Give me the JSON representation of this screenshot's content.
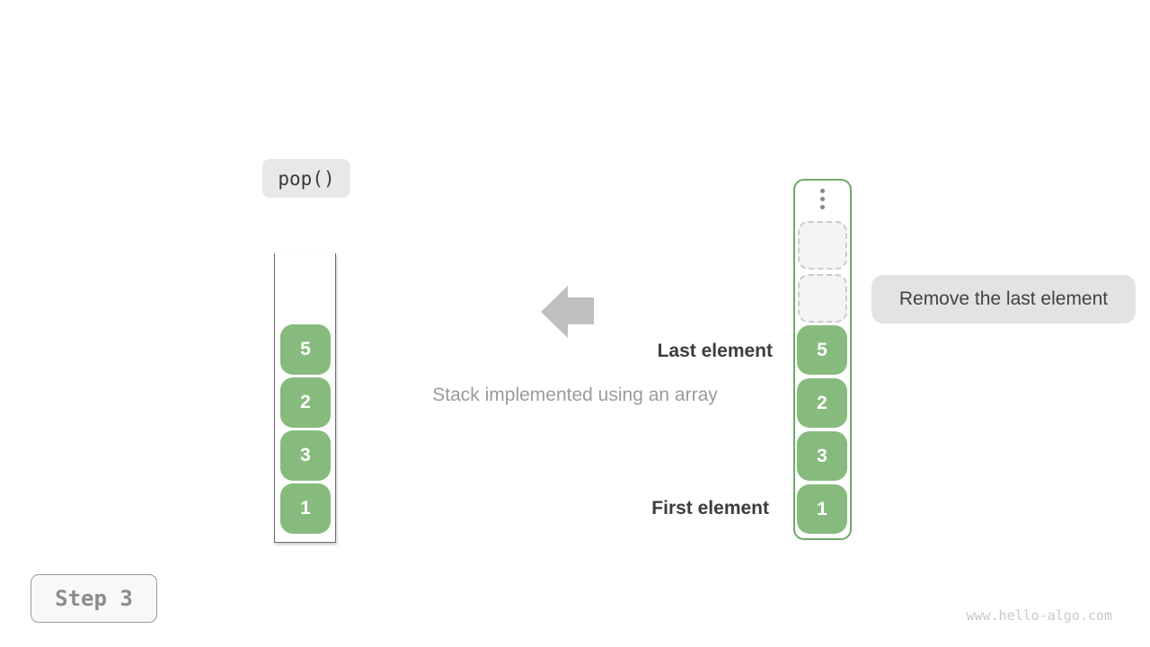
{
  "operation": {
    "label": "pop()"
  },
  "step": {
    "label": "Step 3"
  },
  "watermark": "www.hello-algo.com",
  "caption": "Stack implemented using an array",
  "labels": {
    "last_element": "Last element",
    "first_element": "First element",
    "remove_note": "Remove the last element"
  },
  "stack": {
    "values": [
      "5",
      "2",
      "3",
      "1"
    ]
  },
  "array": {
    "values": [
      "5",
      "2",
      "3",
      "1"
    ],
    "empty_slot_count": 2
  },
  "colors": {
    "green_fill": "#86BB7D",
    "green_border": "#6FA968",
    "label_dark": "#3C3C3C",
    "caption_gray": "#9B9B9B",
    "arrow_gray": "#BFBFBF",
    "badge_bg": "#E8E8E8",
    "note_bg": "#E3E3E3",
    "step_text": "#8C8C8C",
    "watermark_gray": "#C9C9C9"
  }
}
